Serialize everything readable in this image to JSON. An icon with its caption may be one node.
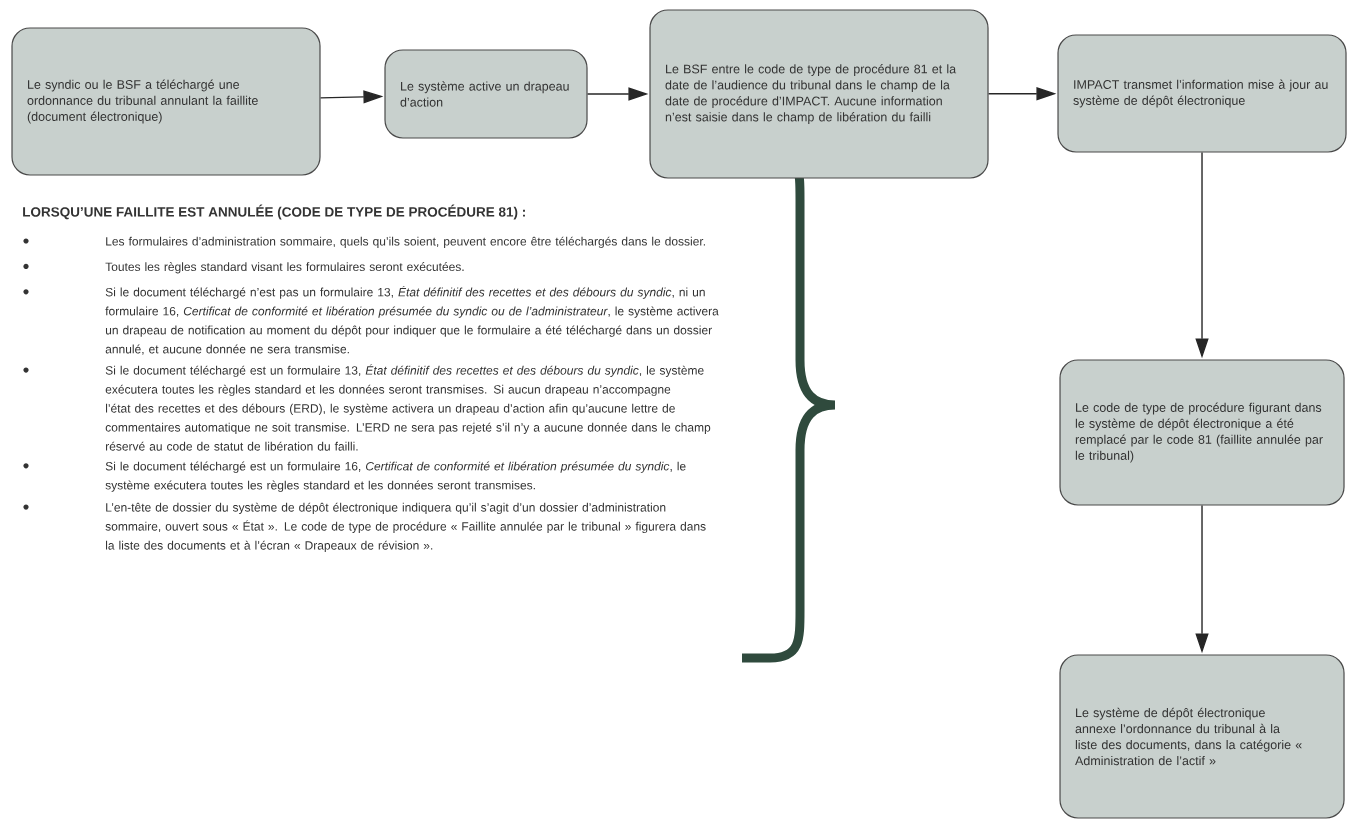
{
  "diagram": {
    "nodes": [
      {
        "text": [
          "Le syndic ou le BSF a téléchargé une ordonnance du tribunal annulant la faillite (document électronique)"
        ]
      },
      {
        "text": [
          "Le système active un drapeau d’action"
        ]
      },
      {
        "text": [
          "Le BSF entre le code de type de procédure 81 et la date de l’audience du tribunal dans le champ de la date de procédure d’IMPACT. Aucune information n’est saisie dans le champ de libération du failli"
        ]
      },
      {
        "text": [
          "IMPACT transmet l’information mise à jour au système de dépôt électronique"
        ]
      },
      {
        "text": [
          "Le code de type de procédure figurant dans le système de dépôt électronique a été remplacé par le code 81 (faillite annulée par le tribunal)"
        ]
      },
      {
        "text": [
          "Le système de dépôt électronique annexe l’ordonnance du tribunal à la liste des documents, dans la catégorie « Administration de l’actif »"
        ]
      }
    ],
    "edges": [
      {
        "from": 0,
        "to": 1,
        "arrow": "to"
      },
      {
        "from": 1,
        "to": 2,
        "arrow": "to"
      },
      {
        "from": 2,
        "to": 3,
        "arrow": "to"
      },
      {
        "from": 3,
        "to": 4,
        "arrow": "to"
      },
      {
        "from": 4,
        "to": 5,
        "arrow": "to"
      }
    ],
    "labels": [
      "LORSQU’UNE FAILLITE EST ANNULÉE (CODE DE TYPE DE PROCÉDURE 81) :",
      "Les formulaires d’administration sommaire, quels qu’ils soient, peuvent encore être téléchargés dans le dossier.",
      "Toutes les règles standard visant les formulaires seront exécutées.",
      "Si le document téléchargé n’est pas un formulaire 13, *État définitif des recettes et des débours du syndic*, ni un formulaire 16, *Certificat de conformité et libération présumée du syndic ou de l’administrateur*, le système activera un drapeau de notification au moment du dépôt pour indiquer que le formulaire a été téléchargé dans un dossier annulé, et aucune donnée ne sera transmise.",
      "Si le document téléchargé est un formulaire 13, *État définitif des recettes et des débours du syndic*, le système exécutera toutes les règles standard et les données seront transmises. Si aucun drapeau n’accompagne l’état des recettes et des débours (ERD), le système activera un drapeau d’action afin qu’aucune lettre de commentaires automatique ne soit transmise. L’ERD ne sera pas rejeté s’il n’y a aucune donnée dans le champ réservé au code de statut de libération du failli.",
      "Si le document téléchargé est un formulaire 16, *Certificat de conformité et libération présumée du syndic*, le système exécutera toutes les règles standard et les données seront transmises.",
      "L’en-tête de dossier du système de dépôt électronique indiquera qu’il s’agit d’un dossier d’administration sommaire, ouvert sous « État ». Le code de type de procédure « Faillite annulée par le tribunal » figurera dans la liste des documents et à l’écran « Drapeaux de révision »."
    ]
  }
}
